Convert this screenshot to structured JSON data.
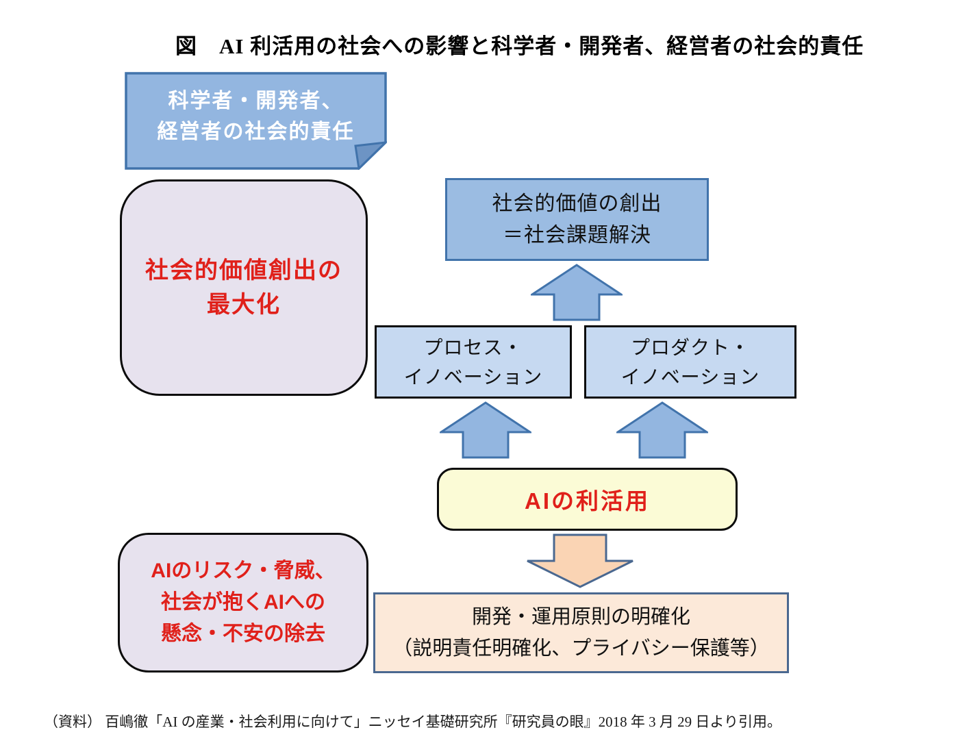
{
  "figure": {
    "title": "図　AI 利活用の社会への影響と科学者・開発者、経営者の社会的責任",
    "source": "（資料） 百嶋徹「AI の産業・社会利用に向けて」ニッセイ基礎研究所『研究員の眼』2018 年 3 月 29 日より引用。"
  },
  "nodes": {
    "responsibility_callout": {
      "line1": "科学者・開発者、",
      "line2": "経営者の社会的責任"
    },
    "value_maximization": {
      "line1": "社会的価値創出の",
      "line2": "最大化"
    },
    "social_value_creation": {
      "line1": "社会的価値の創出",
      "line2": "＝社会課題解決"
    },
    "process_innovation": {
      "line1": "プロセス・",
      "line2": "イノベーション"
    },
    "product_innovation": {
      "line1": "プロダクト・",
      "line2": "イノベーション"
    },
    "ai_utilization": {
      "label": "AIの利活用"
    },
    "risk_removal": {
      "line1": "AIのリスク・脅威、",
      "line2": "社会が抱くAIへの",
      "line3": "懸念・不安の除去"
    },
    "principles": {
      "line1": "開発・運用原則の明確化",
      "line2": "（説明責任明確化、プライバシー保護等）"
    }
  },
  "icons": {
    "up_arrows": "up-arrow",
    "down_arrow": "down-arrow",
    "callout_shape": "folded-corner-note"
  },
  "colors": {
    "blue_fill": "#93b6e0",
    "blue_box_fill": "#9bbce2",
    "blue_border": "#4173ab",
    "light_blue_fill": "#c6d9f1",
    "lavender_fill": "#e7e2ee",
    "yellow_fill": "#fbfbd6",
    "peach_fill": "#fce9d9",
    "peach_arrow_fill": "#fad4b4",
    "slate_border": "#4a6890",
    "black_border": "#0b0b0b",
    "red_text": "#e0201a",
    "white_text": "#ffffff"
  }
}
